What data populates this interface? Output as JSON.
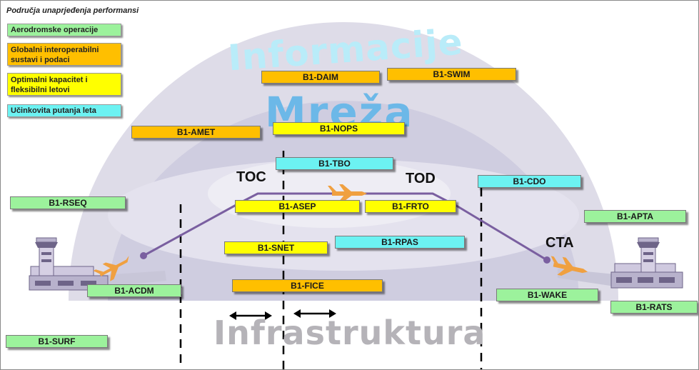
{
  "title": "Područja unaprjeđenja performansi",
  "legend": [
    {
      "label": "Aerodromske operacije",
      "color": "#9cf29c"
    },
    {
      "label": "Globalni interoperabilni sustavi i podaci",
      "color": "#ffbf00"
    },
    {
      "label": "Optimalni kapacitet i fleksibilni letovi",
      "color": "#ffff00"
    },
    {
      "label": "Učinkovita putanja leta",
      "color": "#6cf2f2"
    }
  ],
  "layers": {
    "top": "Informacije",
    "middle": "Mreža",
    "bottom": "Infrastruktura"
  },
  "phases": {
    "toc": "TOC",
    "tod": "TOD",
    "cta": "CTA"
  },
  "modules": {
    "daim": "B1-DAIM",
    "swim": "B1-SWIM",
    "amet": "B1-AMET",
    "nops": "B1-NOPS",
    "tbo": "B1-TBO",
    "cdo": "B1-CDO",
    "rseq": "B1-RSEQ",
    "asep": "B1-ASEP",
    "frto": "B1-FRTO",
    "apta": "B1-APTA",
    "snet": "B1-SNET",
    "rpas": "B1-RPAS",
    "acdm": "B1-ACDM",
    "fice": "B1-FICE",
    "wake": "B1-WAKE",
    "rats": "B1-RATS",
    "surf": "B1-SURF"
  }
}
